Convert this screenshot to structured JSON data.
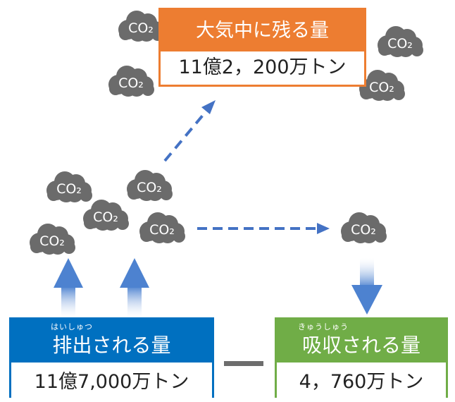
{
  "colors": {
    "atmosphere": "#ed7d31",
    "emission": "#0070c0",
    "absorption": "#70ad47",
    "cloud": "#6b6b6b",
    "arrow_dashed": "#4472c4",
    "arrow_solid": "#5b8fd6",
    "minus": "#6d6d6d"
  },
  "co2_label": "CO₂",
  "atmosphere": {
    "title": "大気中に残る量",
    "value": "11億2，200万トン"
  },
  "emission": {
    "ruby": "はいしゅつ",
    "title": "排出される量",
    "value": "11億7,000万トン"
  },
  "absorption": {
    "ruby": "きゅうしゅう",
    "title": "吸収される量",
    "value": "4，760万トン"
  },
  "operator": "minus"
}
